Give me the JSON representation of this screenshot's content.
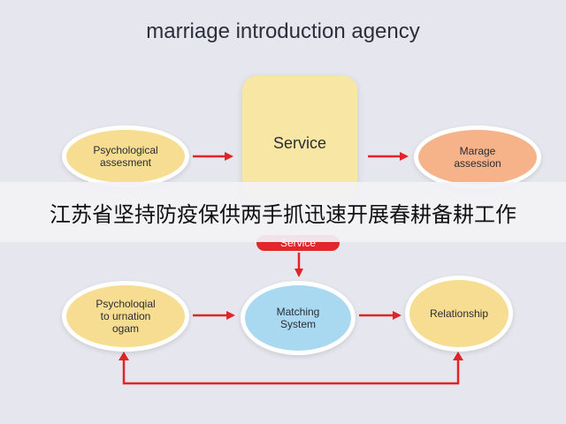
{
  "title": "marriage introduction agency",
  "nodes": {
    "psych_assessment": "Psychological\nassesment",
    "service_box": "Service",
    "marriage_assessment": "Marage\nassession",
    "service_pill": "Service",
    "psych_integration": "Psycholoqial\nto urnation\nogam",
    "matching_system": "Matching\nSystem",
    "relationship": "Relationship"
  },
  "banner": "江苏省坚持防疫保供两手抓迅速开展春耕备耕工作",
  "colors": {
    "background": "#e6e7ee",
    "arrow": "#e02428",
    "yellow": "#f7dd91",
    "peach": "#f6b289",
    "blue": "#a9d8f1"
  }
}
